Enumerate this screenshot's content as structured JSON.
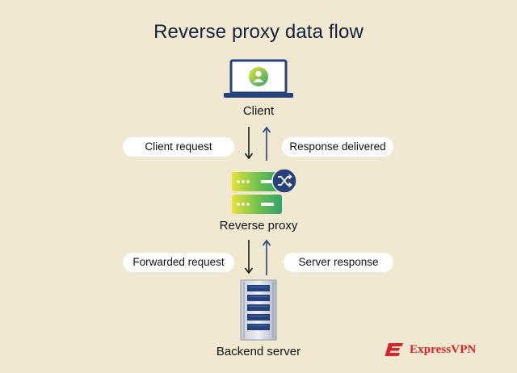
{
  "title": "Reverse proxy data flow",
  "nodes": {
    "client": "Client",
    "proxy": "Reverse proxy",
    "server": "Backend server"
  },
  "flows": {
    "client_request": "Client request",
    "response_delivered": "Response delivered",
    "forwarded_request": "Forwarded request",
    "server_response": "Server response"
  },
  "icons": {
    "client": "laptop-user-icon",
    "proxy": "proxy-server-icon",
    "shuffle": "shuffle-icon",
    "server": "server-rack-icon",
    "brand": "expressvpn-logo-icon"
  },
  "colors": {
    "background": "#f1e8d1",
    "title": "#14213d",
    "navy": "#26427a",
    "accent_green": "#2fa36b",
    "accent_yellow": "#e6e43a",
    "brand_red": "#d8232a"
  },
  "brand": "ExpressVPN"
}
